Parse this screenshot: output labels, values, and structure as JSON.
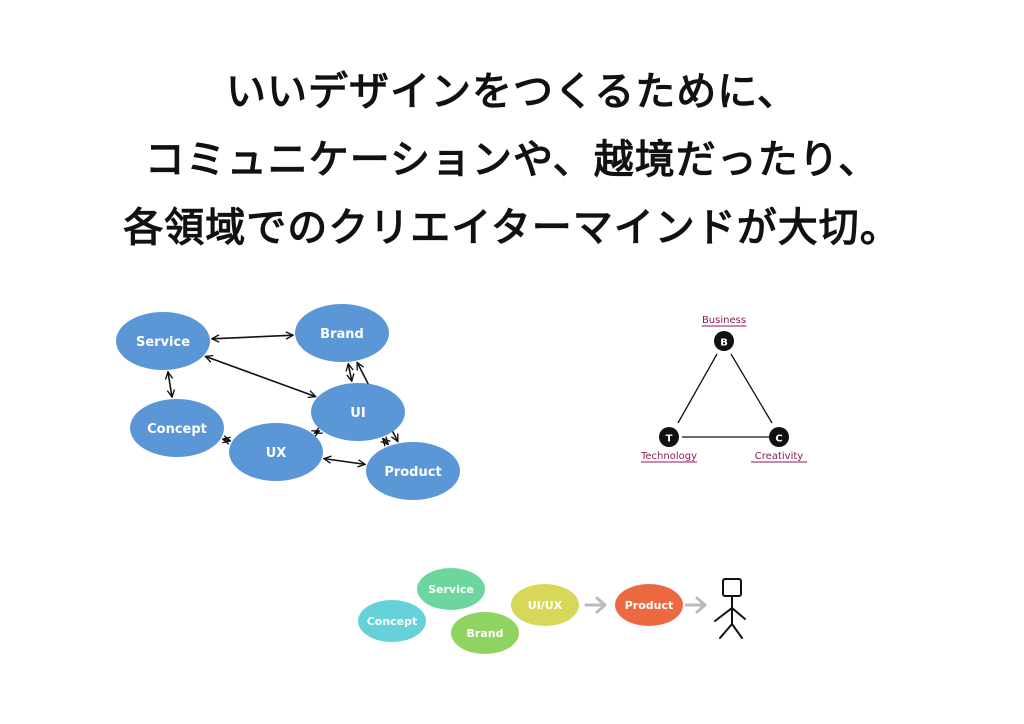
{
  "headline": {
    "lines": [
      "いいデザインをつくるために、",
      "コミュニケーションや、越境だったり、",
      "各領域でのクリエイターマインドが大切。"
    ]
  },
  "network": {
    "node_color": "#5b97d6",
    "nodes": [
      {
        "id": "service",
        "label": "Service"
      },
      {
        "id": "brand",
        "label": "Brand"
      },
      {
        "id": "ui",
        "label": "UI"
      },
      {
        "id": "concept",
        "label": "Concept"
      },
      {
        "id": "ux",
        "label": "UX"
      },
      {
        "id": "product",
        "label": "Product"
      }
    ],
    "links": [
      [
        "service",
        "brand"
      ],
      [
        "service",
        "concept"
      ],
      [
        "service",
        "ui"
      ],
      [
        "brand",
        "ui"
      ],
      [
        "brand",
        "product"
      ],
      [
        "ui",
        "ux"
      ],
      [
        "ui",
        "product"
      ],
      [
        "concept",
        "ux"
      ],
      [
        "ux",
        "product"
      ]
    ]
  },
  "triangle": {
    "label_color": "#8b1a5a",
    "vertices": [
      {
        "id": "business",
        "letter": "B",
        "label": "Business"
      },
      {
        "id": "technology",
        "letter": "T",
        "label": "Technology"
      },
      {
        "id": "creativity",
        "letter": "C",
        "label": "Creativity"
      }
    ]
  },
  "flow": {
    "nodes": [
      {
        "id": "concept",
        "label": "Concept",
        "color": "#66d1d8"
      },
      {
        "id": "service",
        "label": "Service",
        "color": "#6dd69e"
      },
      {
        "id": "brand",
        "label": "Brand",
        "color": "#8fd463"
      },
      {
        "id": "uiux",
        "label": "UI/UX",
        "color": "#d7d85a"
      },
      {
        "id": "product",
        "label": "Product",
        "color": "#ec6a42"
      }
    ],
    "arrow_color": "#bbbbbb",
    "end": "user-figure"
  }
}
